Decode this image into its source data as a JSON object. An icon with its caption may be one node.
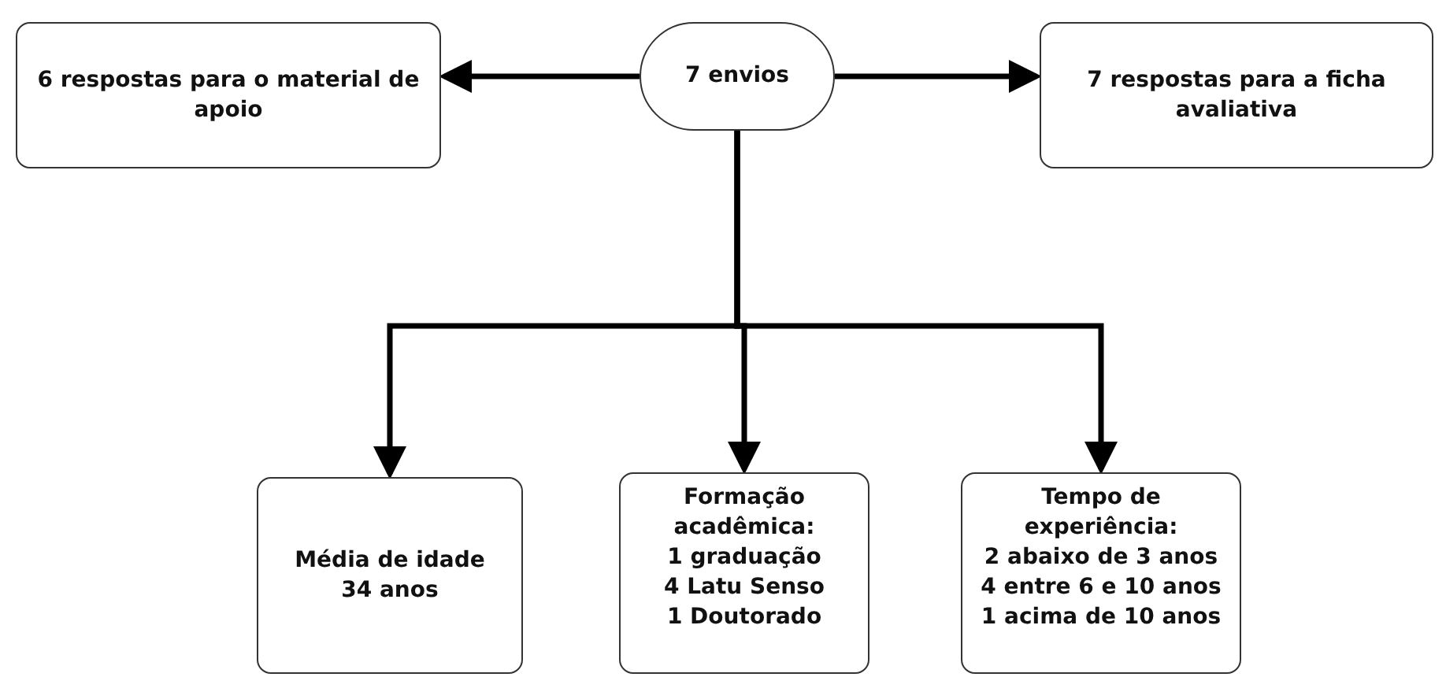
{
  "diagram": {
    "nodes": [
      {
        "text": [
          "7 envios"
        ]
      },
      {
        "text": [
          "6 respostas para o material de apoio"
        ]
      },
      {
        "text": [
          "7 respostas para a ficha avaliativa"
        ]
      },
      {
        "text": [
          "Média de idade",
          "34 anos"
        ]
      },
      {
        "text": [
          "Formação acadêmica:",
          "1 graduação",
          "4 Latu Senso",
          "1 Doutorado"
        ]
      },
      {
        "text": [
          "Tempo de experiência:",
          "2 abaixo de 3 anos",
          "4 entre 6 e 10 anos",
          "1 acima de 10 anos"
        ]
      }
    ],
    "edges": [
      {
        "from": 0,
        "to": 1,
        "arrow": "to"
      },
      {
        "from": 0,
        "to": 2,
        "arrow": "to"
      },
      {
        "from": 0,
        "to": 3,
        "arrow": "to"
      },
      {
        "from": 0,
        "to": 4,
        "arrow": "to"
      },
      {
        "from": 0,
        "to": 5,
        "arrow": "to"
      }
    ]
  }
}
